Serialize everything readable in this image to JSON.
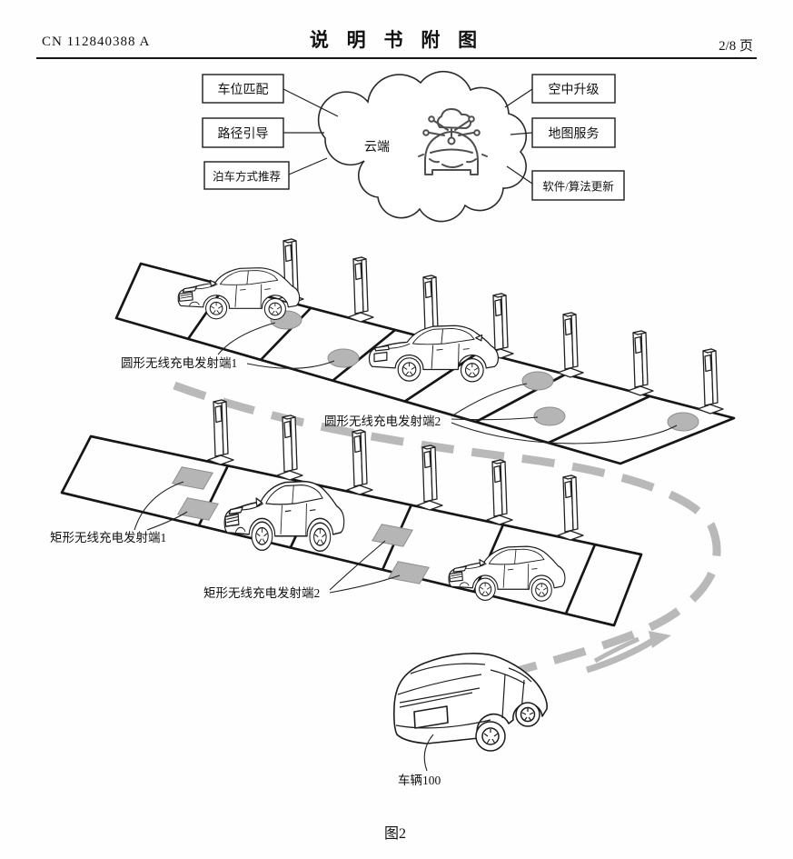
{
  "page": {
    "doc_number": "CN 112840388 A",
    "title": "说 明 书 附 图",
    "page_info": "2/8 页",
    "figure_caption": "图2"
  },
  "cloud": {
    "label": "云端",
    "left_nodes": [
      "车位匹配",
      "路径引导",
      "泊车方式推荐"
    ],
    "right_nodes": [
      "空中升级",
      "地图服务",
      "软件/算法更新"
    ]
  },
  "labels": {
    "circular_tx_1": "圆形无线充电发射端1",
    "circular_tx_2": "圆形无线充电发射端2",
    "rect_tx_1": "矩形无线充电发射端1",
    "rect_tx_2": "矩形无线充电发射端2",
    "vehicle": "车辆100"
  },
  "colors": {
    "line": "#161616",
    "pad_fill": "#b5b5b5",
    "pad_edge": "#8e8e8e",
    "route_gray": "#b9b9b9",
    "icon_gray": "#4f4f4f"
  }
}
